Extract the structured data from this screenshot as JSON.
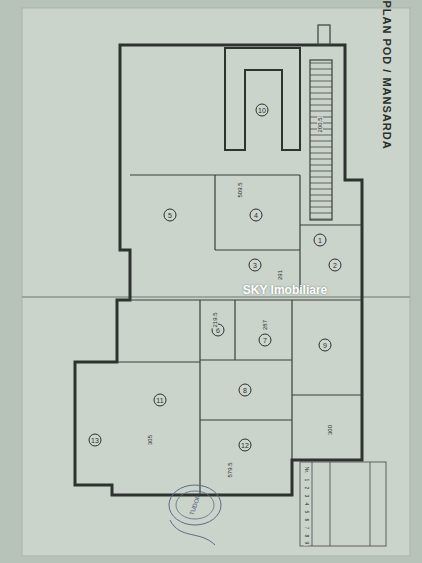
{
  "diagram": {
    "labels": [
      "PLAN POD / MANSARDA",
      "SKY Imobiliare",
      "10",
      "1",
      "2",
      "3",
      "4",
      "5",
      "6",
      "7",
      "8",
      "9",
      "11",
      "12",
      "13",
      "509.5",
      "200.5",
      "291",
      "287",
      "219.5",
      "579.5",
      "305",
      "300",
      "TUDOR",
      "Nr.",
      "1",
      "2",
      "3",
      "4",
      "5",
      "6",
      "7",
      "8",
      "9"
    ]
  }
}
